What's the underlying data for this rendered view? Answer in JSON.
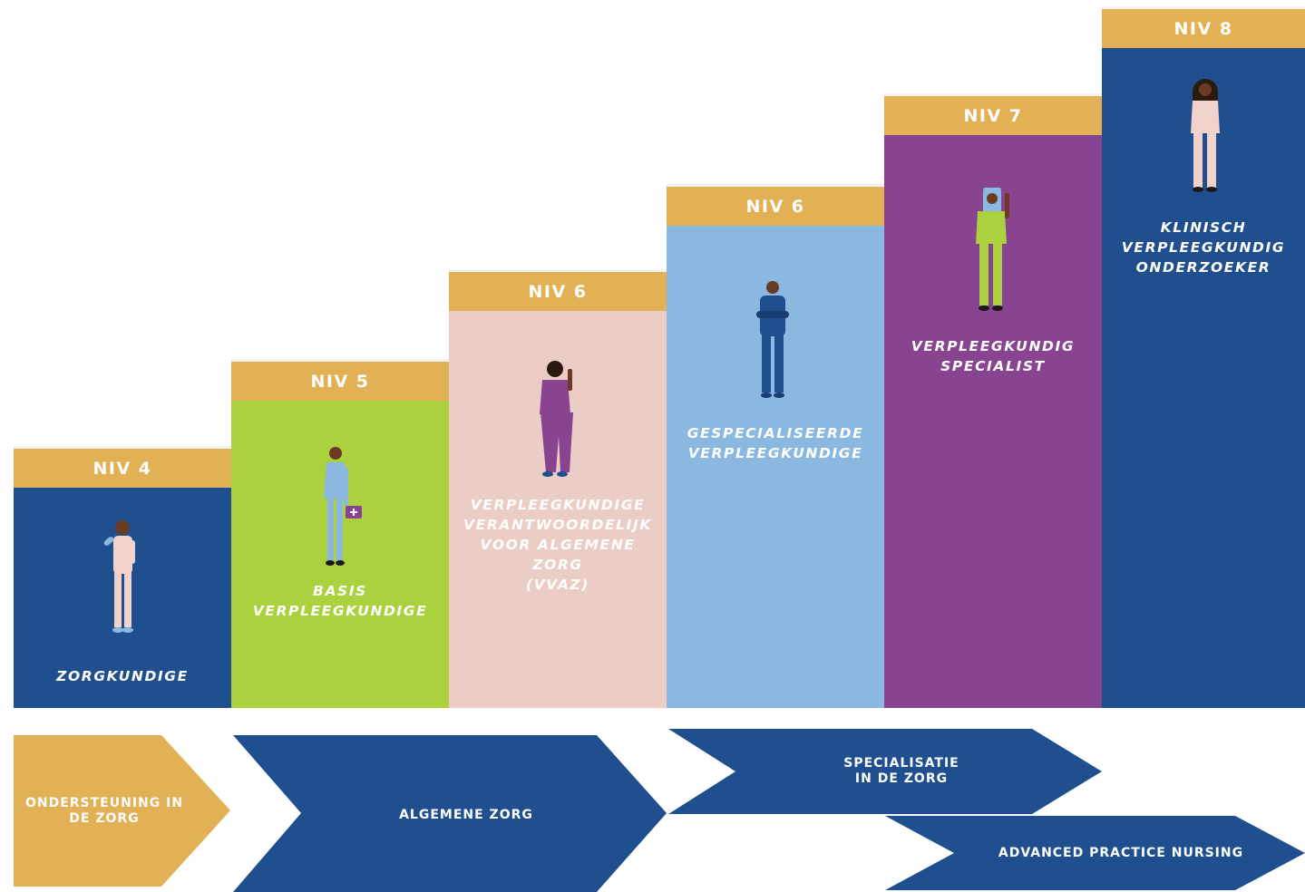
{
  "colors": {
    "gold": "#e2b055",
    "navy": "#1f4f8f",
    "lime": "#acd13e",
    "pink": "#ebcdc6",
    "sky": "#8ab8e0",
    "purple": "#884391"
  },
  "levels": [
    {
      "niv": "NIV 4",
      "role": "ZORGKUNDIGE",
      "color": "#1f4f8f",
      "figure": "nurse-with-syringe-icon"
    },
    {
      "niv": "NIV 5",
      "role": "BASIS\nVERPLEEGKUNDIGE",
      "color": "#acd13e",
      "figure": "nurse-with-medical-bag-icon"
    },
    {
      "niv": "NIV 6",
      "role": "VERPLEEGKUNDIGE\nVERANTWOORDELIJK\nVOOR ALGEMENE ZORG\n(VVAZ)",
      "color": "#ebcdc6",
      "figure": "nurse-with-pen-icon"
    },
    {
      "niv": "NIV 6",
      "role": "GESPECIALISEERDE\nVERPLEEGKUNDIGE",
      "color": "#8ab8e0",
      "figure": "male-nurse-arms-crossed-icon"
    },
    {
      "niv": "NIV 7",
      "role": "VERPLEEGKUNDIG\nSPECIALIST",
      "color": "#884391",
      "figure": "nurse-with-hijab-icon"
    },
    {
      "niv": "NIV 8",
      "role": "KLINISCH\nVERPLEEGKUNDIG\nONDERZOEKER",
      "color": "#1f4f8f",
      "figure": "nurse-with-stethoscope-icon"
    }
  ],
  "tracks": [
    {
      "label": "ONDERSTEUNING IN\nDE ZORG",
      "color": "#e2b055"
    },
    {
      "label": "ALGEMENE ZORG",
      "color": "#1f4f8f"
    },
    {
      "label": "SPECIALISATIE\nIN DE ZORG",
      "color": "#1f4f8f"
    },
    {
      "label": "ADVANCED PRACTICE NURSING",
      "color": "#1f4f8f"
    }
  ]
}
